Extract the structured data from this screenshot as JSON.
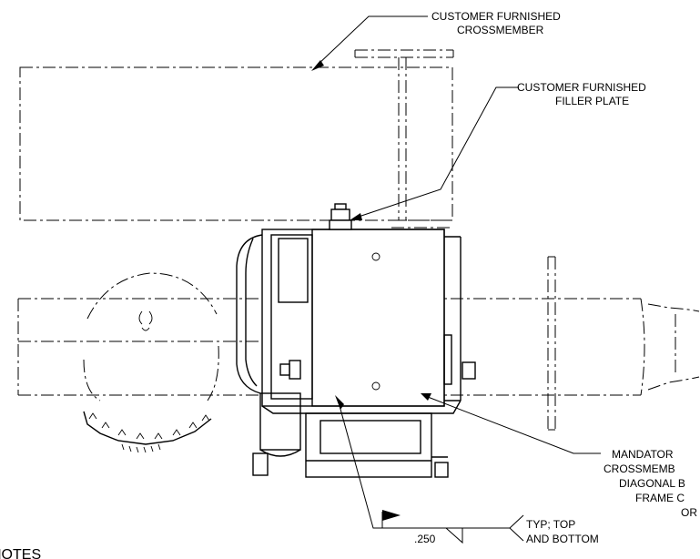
{
  "callouts": {
    "crossmember": [
      "CUSTOMER FURNISHED",
      "CROSSMEMBER"
    ],
    "filler_plate": [
      "CUSTOMER FURNISHED",
      "FILLER PLATE"
    ],
    "mandatory": [
      "MANDATOR",
      "CROSSMEMB",
      "DIAGONAL B",
      "FRAME C",
      "OR"
    ],
    "weld_note": [
      "TYP; TOP",
      "AND BOTTOM"
    ]
  },
  "weld": {
    "size": ".250"
  },
  "notes_heading": "NOTES"
}
